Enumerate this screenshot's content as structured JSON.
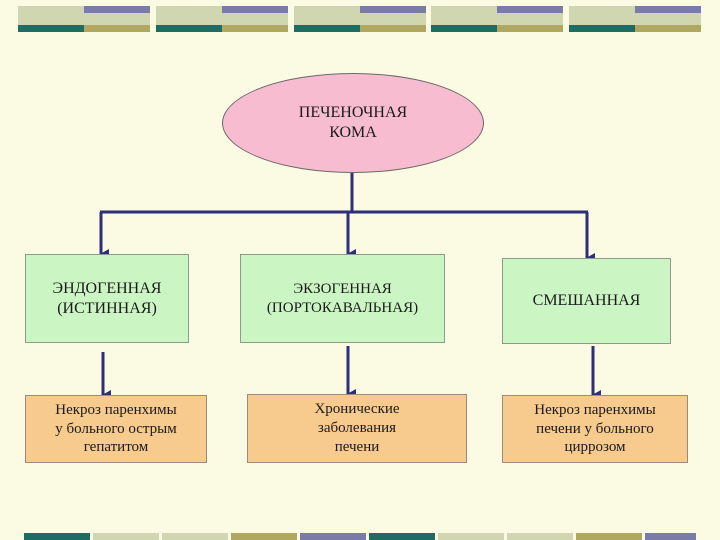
{
  "colors": {
    "background": "#fbfbe3",
    "arrow": "#2e2e7a",
    "ellipse_fill": "#f7bcd0",
    "green_fill": "#ccf5c4",
    "orange_fill": "#f7ca8e",
    "deco_teal": "#1f6d62",
    "deco_olive": "#b0a860",
    "deco_slate": "#7b7ba8",
    "deco_sage": "#d0d6b0"
  },
  "root": {
    "text": "ПЕЧЕНОЧНАЯ\nКОМА"
  },
  "types": [
    {
      "text": "ЭНДОГЕННАЯ\n(ИСТИННАЯ)"
    },
    {
      "text": "ЭКЗОГЕННАЯ\n(ПОРТОКАВАЛЬНАЯ)"
    },
    {
      "text": "СМЕШАННАЯ"
    }
  ],
  "causes": [
    {
      "text": "Некроз паренхимы\nу больного острым\nгепатитом"
    },
    {
      "text": "Хронические\nзаболевания\nпечени"
    },
    {
      "text": "Некроз паренхимы\nпечени у больного\nциррозом"
    }
  ]
}
